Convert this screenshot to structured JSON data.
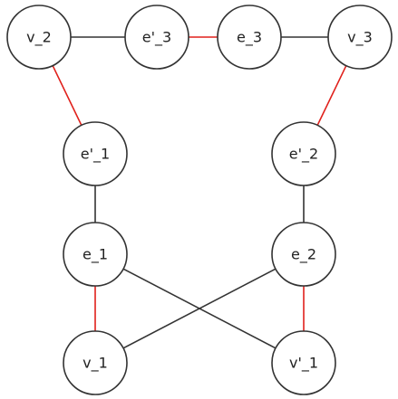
{
  "graph": {
    "nodes": [
      {
        "id": "v2",
        "label": "v_2"
      },
      {
        "id": "e3p",
        "label": "e'_3"
      },
      {
        "id": "e3",
        "label": "e_3"
      },
      {
        "id": "v3",
        "label": "v_3"
      },
      {
        "id": "e1p",
        "label": "e'_1"
      },
      {
        "id": "e2p",
        "label": "e'_2"
      },
      {
        "id": "e1",
        "label": "e_1"
      },
      {
        "id": "e2",
        "label": "e_2"
      },
      {
        "id": "v1",
        "label": "v_1"
      },
      {
        "id": "v1p",
        "label": "v'_1"
      }
    ],
    "edges": [
      {
        "from": "v2",
        "to": "e3p",
        "color": "#333333"
      },
      {
        "from": "e3p",
        "to": "e3",
        "color": "#e0201b"
      },
      {
        "from": "e3",
        "to": "v3",
        "color": "#333333"
      },
      {
        "from": "v2",
        "to": "e1p",
        "color": "#e0201b"
      },
      {
        "from": "v3",
        "to": "e2p",
        "color": "#e0201b"
      },
      {
        "from": "e1p",
        "to": "e1",
        "color": "#333333"
      },
      {
        "from": "e2p",
        "to": "e2",
        "color": "#333333"
      },
      {
        "from": "e1",
        "to": "v1",
        "color": "#e0201b"
      },
      {
        "from": "e1",
        "to": "v1p",
        "color": "#333333"
      },
      {
        "from": "e2",
        "to": "v1",
        "color": "#333333"
      },
      {
        "from": "e2",
        "to": "v1p",
        "color": "#e0201b"
      }
    ]
  }
}
